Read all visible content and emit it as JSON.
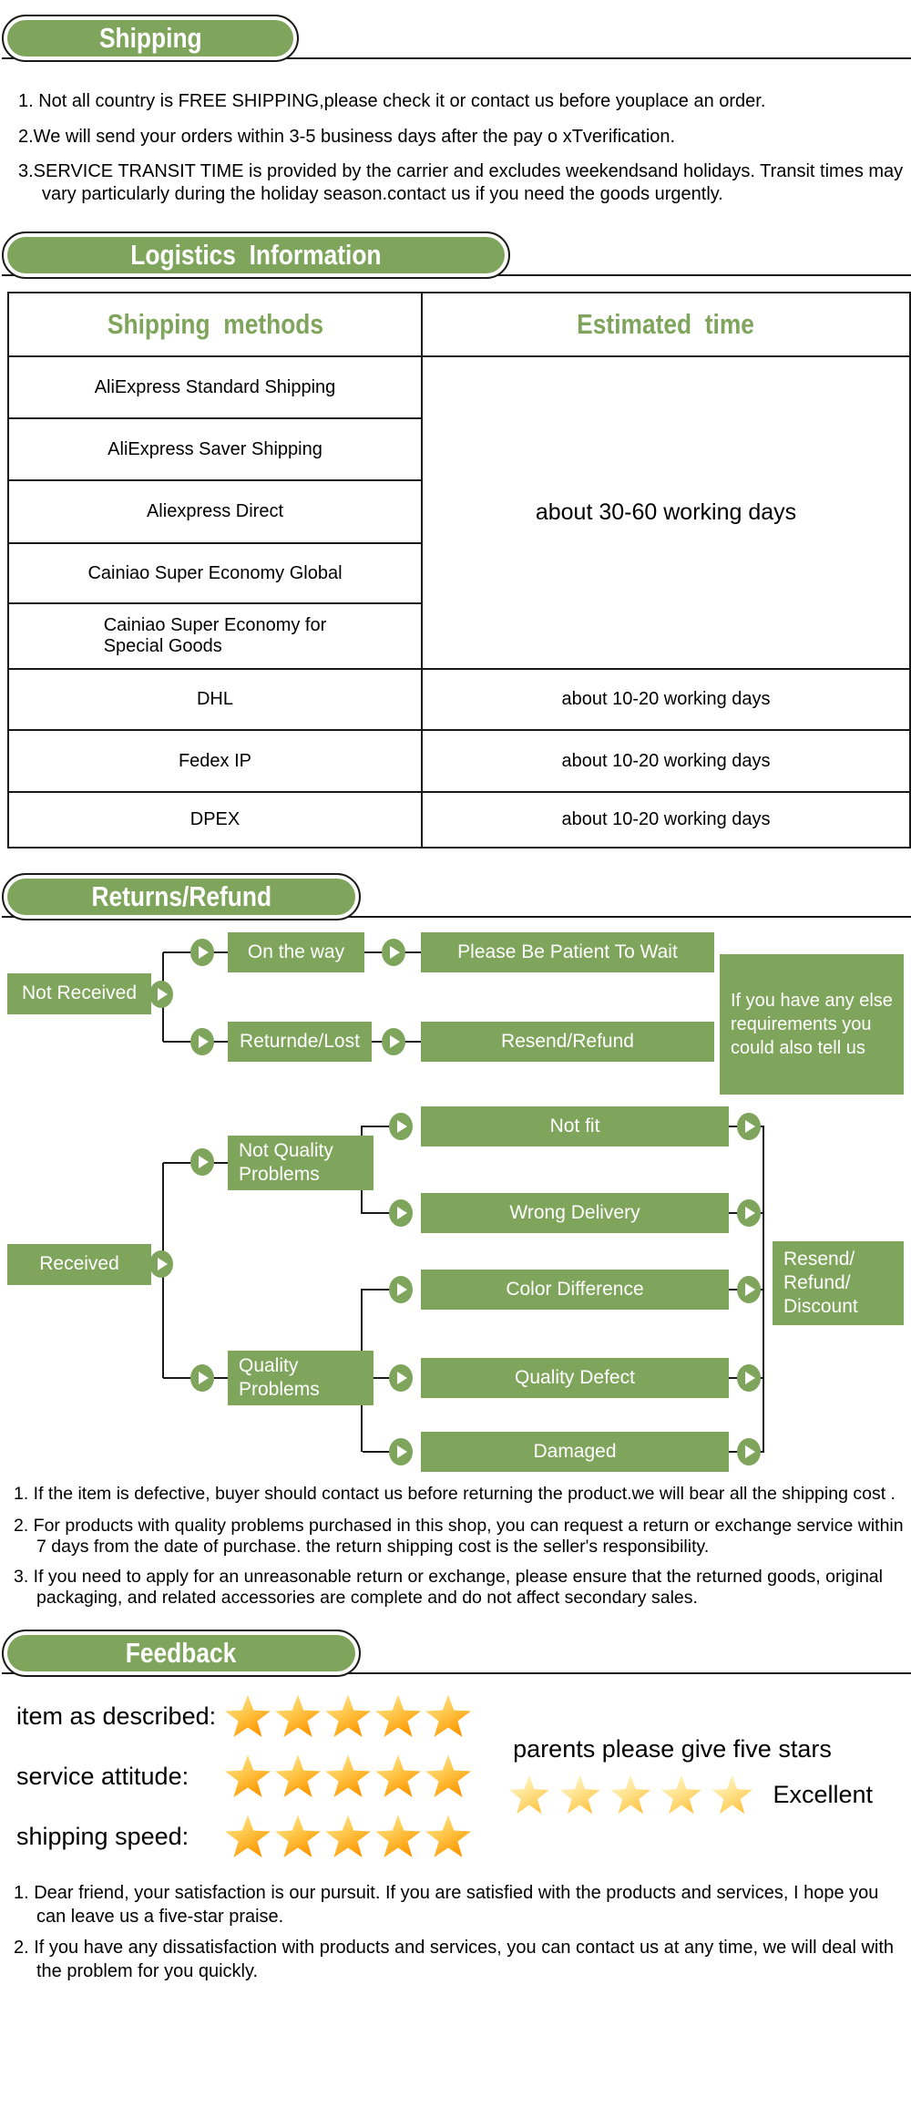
{
  "colors": {
    "green": "#7fa55c",
    "line": "#1a1a1a",
    "star_gold": "#ff9b05",
    "star_light": "#ffcf5e"
  },
  "shipping": {
    "title": "Shipping",
    "items": [
      "1. Not all country is FREE SHIPPING,please check it or contact us before youplace an order.",
      "2.We will send your orders within 3-5 business days after the pay o xTverification.",
      "3.SERVICE TRANSIT TIME is provided by the carrier and excludes weekendsand holidays. Transit times may vary particularly during the holiday season.contact us if you need the goods urgently."
    ]
  },
  "logistics": {
    "title": "Logistics  Information",
    "table": {
      "col_methods": "Shipping  methods",
      "col_time": "Estimated  time",
      "slow_methods": [
        "AliExpress Standard Shipping",
        "AliExpress Saver Shipping",
        "Aliexpress Direct",
        "Cainiao Super Economy Global",
        "Cainiao Super Economy for\nSpecial Goods"
      ],
      "slow_time": "about 30-60 working days",
      "fast_rows": [
        {
          "method": "DHL",
          "time": "about 10-20 working days"
        },
        {
          "method": "Fedex IP",
          "time": "about 10-20 working days"
        },
        {
          "method": "DPEX",
          "time": "about 10-20 working days"
        }
      ]
    }
  },
  "returns": {
    "title": "Returns/Refund",
    "flow": {
      "not_received": "Not Received",
      "on_the_way": "On the way",
      "be_patient": "Please Be Patient To Wait",
      "returned_lost": "Returnde/Lost",
      "resend_refund": "Resend/Refund",
      "info": "If you have any else\nrequirements you\ncould also tell us",
      "received": "Received",
      "not_quality": "Not Quality\nProblems",
      "not_fit": "Not fit",
      "wrong_delivery": "Wrong Delivery",
      "color_difference": "Color Difference",
      "quality_problems": "Quality\nProblems",
      "quality_defect": "Quality Defect",
      "damaged": "Damaged",
      "outcome": "Resend/\nRefund/\nDiscount"
    },
    "items": [
      "1. If the item is defective, buyer should contact us before returning the product.we will bear all the shipping cost .",
      "2. For products with quality problems purchased in this shop, you can request a return or exchange service within 7 days from the date of purchase. the return shipping cost is the seller's responsibility.",
      "3. If you need to apply for an unreasonable return or exchange, please ensure that the returned goods, original packaging, and related accessories are complete and do not affect secondary sales."
    ]
  },
  "feedback": {
    "title": "Feedback",
    "ratings": [
      {
        "label": "item as described:",
        "stars": 5
      },
      {
        "label": "service attitude:",
        "stars": 5
      },
      {
        "label": "shipping speed:",
        "stars": 5
      }
    ],
    "cta": "parents please give five stars",
    "cta_stars": 5,
    "cta_caption": "Excellent",
    "items": [
      "1. Dear friend, your satisfaction is our pursuit. If you are satisfied with the products and services, I hope you can leave us a five-star praise.",
      "2. If you have any dissatisfaction with products and services, you can contact us at any time, we will deal with the problem for you quickly."
    ]
  }
}
